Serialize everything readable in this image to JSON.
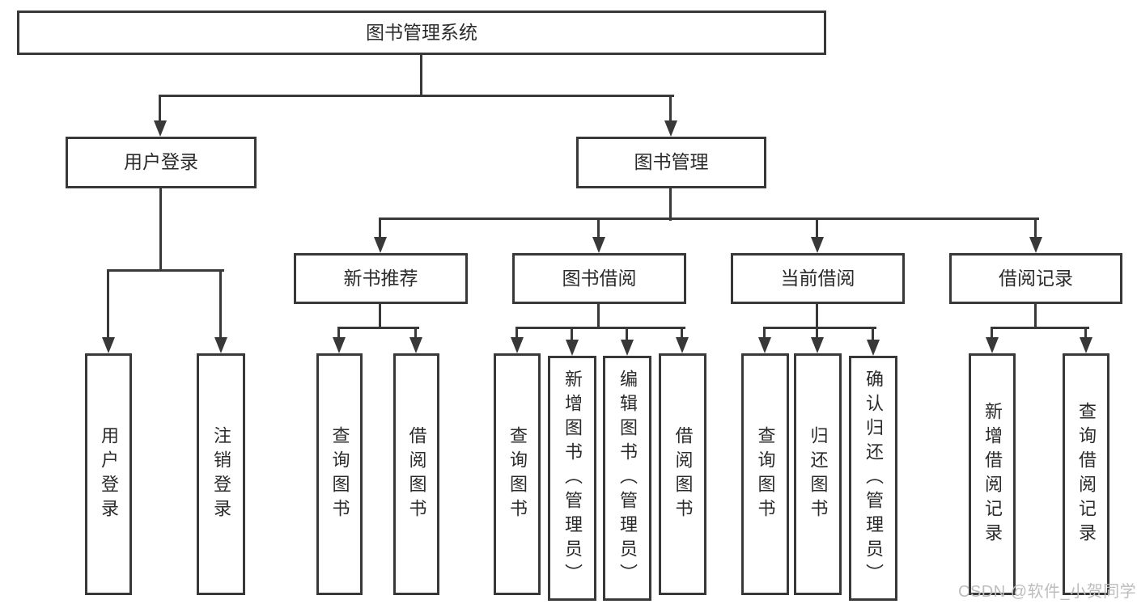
{
  "diagram": {
    "title": "图书管理系统",
    "level2": [
      {
        "label": "用户登录"
      },
      {
        "label": "图书管理"
      }
    ],
    "level3": [
      {
        "label": "新书推荐"
      },
      {
        "label": "图书借阅"
      },
      {
        "label": "当前借阅"
      },
      {
        "label": "借阅记录"
      }
    ],
    "leaves": {
      "user_login": [
        "用户登录",
        "注销登录"
      ],
      "new_book_recommend": [
        "查询图书",
        "借阅图书"
      ],
      "book_borrow": [
        "查询图书",
        "新增图书（管理员）",
        "编辑图书（管理员）",
        "借阅图书"
      ],
      "current_borrow": [
        "查询图书",
        "归还图书",
        "确认归还（管理员）"
      ],
      "borrow_records": [
        "新增借阅记录",
        "查询借阅记录"
      ]
    }
  },
  "watermark": "CSDN @软件_小贺同学",
  "colors": {
    "line": "#383838",
    "text": "#2b2b2b",
    "watermark": "#bdbdbd",
    "background": "#ffffff"
  }
}
